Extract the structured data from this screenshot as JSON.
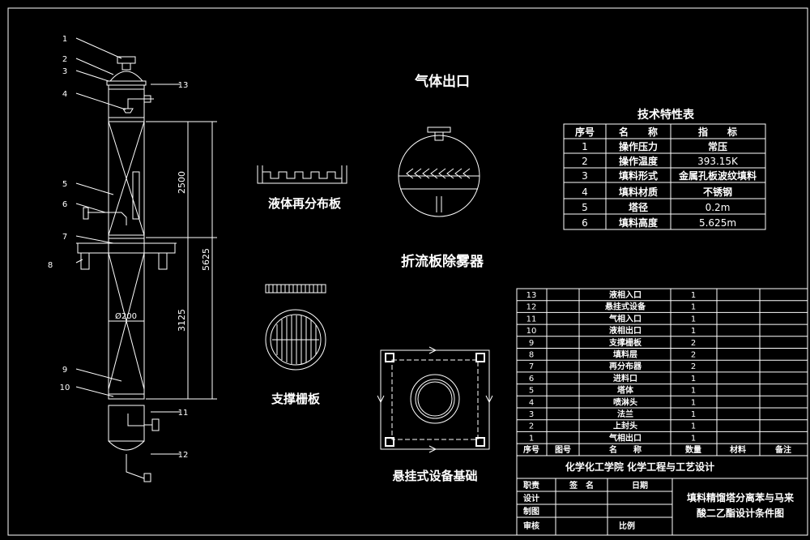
{
  "labels": {
    "gas_outlet": "气体出口",
    "redistributor": "液体再分布板",
    "demister": "折流板除雾器",
    "support_grid": "支撑栅板",
    "hanging_foundation": "悬挂式设备基础"
  },
  "dims": {
    "upper": "2500",
    "total": "5625",
    "lower": "3125",
    "dia": "Ø200"
  },
  "part_callouts": [
    "1",
    "2",
    "3",
    "4",
    "5",
    "6",
    "7",
    "8",
    "9",
    "10",
    "11",
    "12",
    "13"
  ],
  "specs": {
    "title": "技术特性表",
    "headers": [
      "序号",
      "名　　称",
      "指　　标"
    ],
    "rows": [
      [
        "1",
        "操作压力",
        "常压"
      ],
      [
        "2",
        "操作温度",
        "393.15K"
      ],
      [
        "3",
        "填料形式",
        "金属孔板波纹填料"
      ],
      [
        "4",
        "填料材质",
        "不锈钢"
      ],
      [
        "5",
        "塔径",
        "0.2m"
      ],
      [
        "6",
        "填料高度",
        "5.625m"
      ]
    ]
  },
  "parts": {
    "rows": [
      [
        "13",
        "",
        "液相入口",
        "1",
        "",
        ""
      ],
      [
        "12",
        "",
        "悬挂式设备",
        "1",
        "",
        ""
      ],
      [
        "11",
        "",
        "气相入口",
        "1",
        "",
        ""
      ],
      [
        "10",
        "",
        "液相出口",
        "1",
        "",
        ""
      ],
      [
        "9",
        "",
        "支撑栅板",
        "2",
        "",
        ""
      ],
      [
        "8",
        "",
        "填料层",
        "2",
        "",
        ""
      ],
      [
        "7",
        "",
        "再分布器",
        "2",
        "",
        ""
      ],
      [
        "6",
        "",
        "进料口",
        "1",
        "",
        ""
      ],
      [
        "5",
        "",
        "塔体",
        "1",
        "",
        ""
      ],
      [
        "4",
        "",
        "喷淋头",
        "1",
        "",
        ""
      ],
      [
        "3",
        "",
        "法兰",
        "1",
        "",
        ""
      ],
      [
        "2",
        "",
        "上封头",
        "1",
        "",
        ""
      ],
      [
        "1",
        "",
        "气相出口",
        "1",
        "",
        ""
      ]
    ],
    "headers": [
      "序号",
      "图号",
      "名　　称",
      "数量",
      "材料",
      "备注"
    ]
  },
  "title_block": {
    "org": "化学化工学院  化学工程与工艺设计",
    "role_col": "职责",
    "name_col": "签　名",
    "date_col": "日期",
    "design": "设计",
    "drawing": "制图",
    "review": "审核",
    "scale": "比例",
    "drawing_title_1": "填料精馏塔分离苯与马来",
    "drawing_title_2": "酸二乙酯设计条件图"
  }
}
